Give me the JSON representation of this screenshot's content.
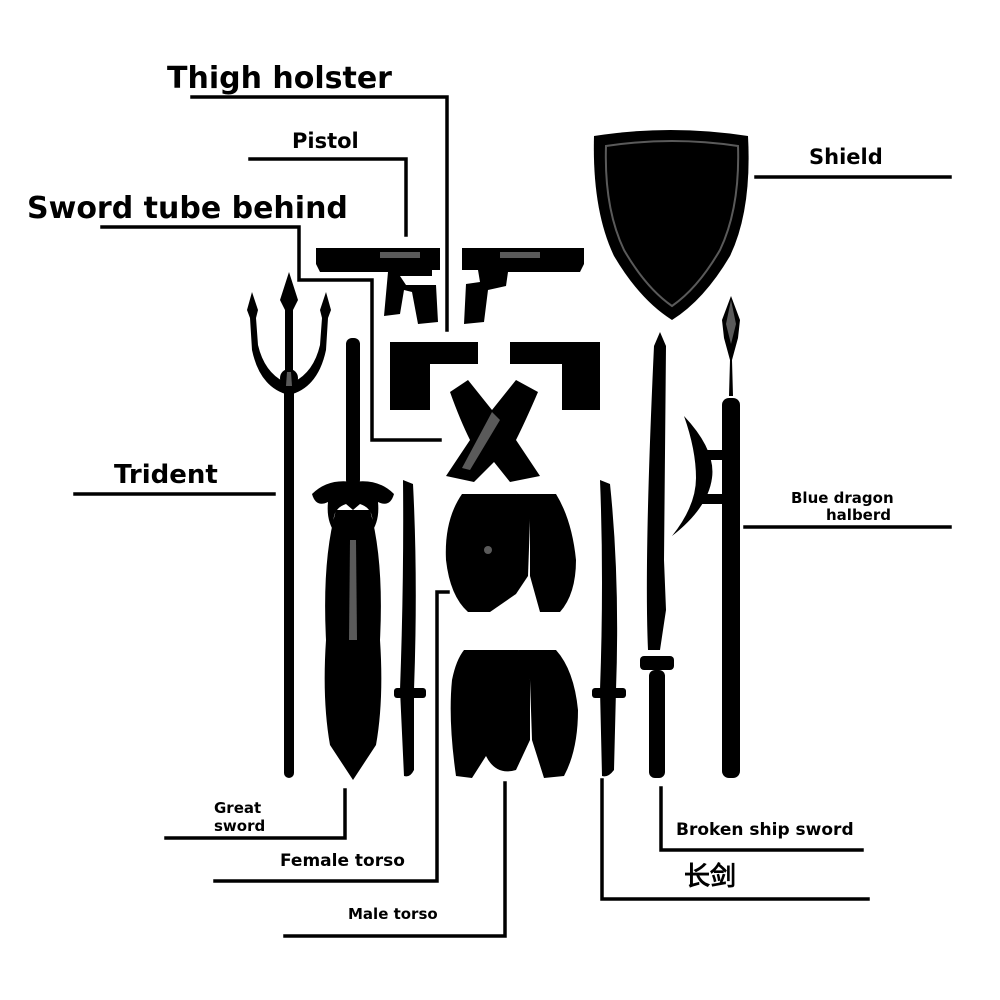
{
  "labels": {
    "thigh_holster": "Thigh holster",
    "pistol": "Pistol",
    "sword_tube_behind": "Sword tube behind",
    "trident": "Trident",
    "shield": "Shield",
    "blue_dragon_halberd_line1": "Blue dragon",
    "blue_dragon_halberd_line2": "halberd",
    "great_sword_line1": "Great",
    "great_sword_line2": "sword",
    "female_torso": "Female torso",
    "male_torso": "Male torso",
    "broken_ship_sword": "Broken ship sword",
    "long_sword": "长剑"
  },
  "icons": [
    "trident-icon",
    "great-sword-icon",
    "katana-icon",
    "pistol-icon",
    "thigh-holster-icon",
    "sword-tube-icon",
    "female-torso-armor-icon",
    "male-torso-armor-icon",
    "shield-icon",
    "broken-ship-sword-icon",
    "halberd-icon"
  ],
  "colors": {
    "ink": "#000000",
    "background": "#ffffff",
    "highlight": "#5a5a5a"
  }
}
